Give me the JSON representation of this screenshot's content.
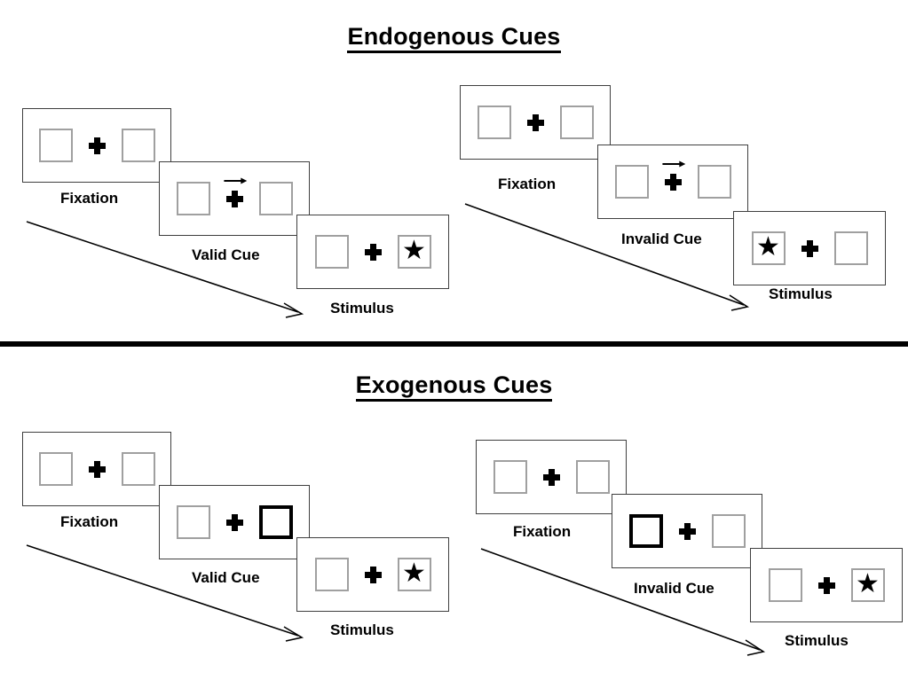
{
  "page": {
    "background": "#ffffff",
    "box_border_color": "#a0a0a0",
    "cued_box_border_color": "#000000",
    "panel_border_color": "#3f3f3f",
    "divider_color": "#000000"
  },
  "sections": [
    {
      "title": "Endogenous Cues",
      "cue_type": "central-arrow",
      "sequences": [
        {
          "name": "valid",
          "panels": [
            {
              "caption": "Fixation",
              "left_box": "empty",
              "right_box": "empty",
              "center": "plus"
            },
            {
              "caption": "Valid Cue",
              "left_box": "empty",
              "right_box": "empty",
              "center": "plus-with-right-arrow"
            },
            {
              "caption": "Stimulus",
              "left_box": "empty",
              "right_box": "star",
              "center": "plus"
            }
          ]
        },
        {
          "name": "invalid",
          "panels": [
            {
              "caption": "Fixation",
              "left_box": "empty",
              "right_box": "empty",
              "center": "plus"
            },
            {
              "caption": "Invalid Cue",
              "left_box": "empty",
              "right_box": "empty",
              "center": "plus-with-right-arrow"
            },
            {
              "caption": "Stimulus",
              "left_box": "star",
              "right_box": "empty",
              "center": "plus"
            }
          ]
        }
      ]
    },
    {
      "title": "Exogenous Cues",
      "cue_type": "peripheral-box-flash",
      "sequences": [
        {
          "name": "valid",
          "panels": [
            {
              "caption": "Fixation",
              "left_box": "empty",
              "right_box": "empty",
              "center": "plus"
            },
            {
              "caption": "Valid Cue",
              "left_box": "empty",
              "right_box": "cued",
              "center": "plus"
            },
            {
              "caption": "Stimulus",
              "left_box": "empty",
              "right_box": "star",
              "center": "plus"
            }
          ]
        },
        {
          "name": "invalid",
          "panels": [
            {
              "caption": "Fixation",
              "left_box": "empty",
              "right_box": "empty",
              "center": "plus"
            },
            {
              "caption": "Invalid Cue",
              "left_box": "cued",
              "right_box": "empty",
              "center": "plus"
            },
            {
              "caption": "Stimulus",
              "left_box": "empty",
              "right_box": "star",
              "center": "plus"
            }
          ]
        }
      ]
    }
  ],
  "glyphs": {
    "star": "★",
    "time_arrow": "diagonal-arrow-down-right",
    "cue_arrow": "arrow-right"
  }
}
